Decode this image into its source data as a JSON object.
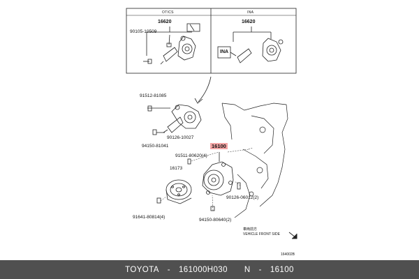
{
  "insets": [
    {
      "title": "OTICS",
      "part_number": "16620",
      "callout": "90105-10509"
    },
    {
      "title": "INA",
      "part_number": "16620",
      "logo_text": "INA"
    }
  ],
  "callouts": {
    "bolt_91512": "91512-81085",
    "bolt_90126_a": "90126-10027",
    "bolt_94150_a": "94150-81041",
    "bolt_91511": "91511-80620(4)",
    "part_16173": "16173",
    "highlight_16100": "16100",
    "bolt_90126_b": "90126-06012(2)",
    "bolt_91641": "91641-80814(4)",
    "bolt_94150_b": "94150-80640(2)"
  },
  "orientation": {
    "jp_text": "車両前方",
    "en_text": "VEHICLE FRONT SIDE"
  },
  "diagram_code": "164002B",
  "footer": {
    "brand": "TOYOTA",
    "separator": "-",
    "oem_number": "161000H030",
    "n_prefix": "N",
    "part_number": "16100"
  }
}
